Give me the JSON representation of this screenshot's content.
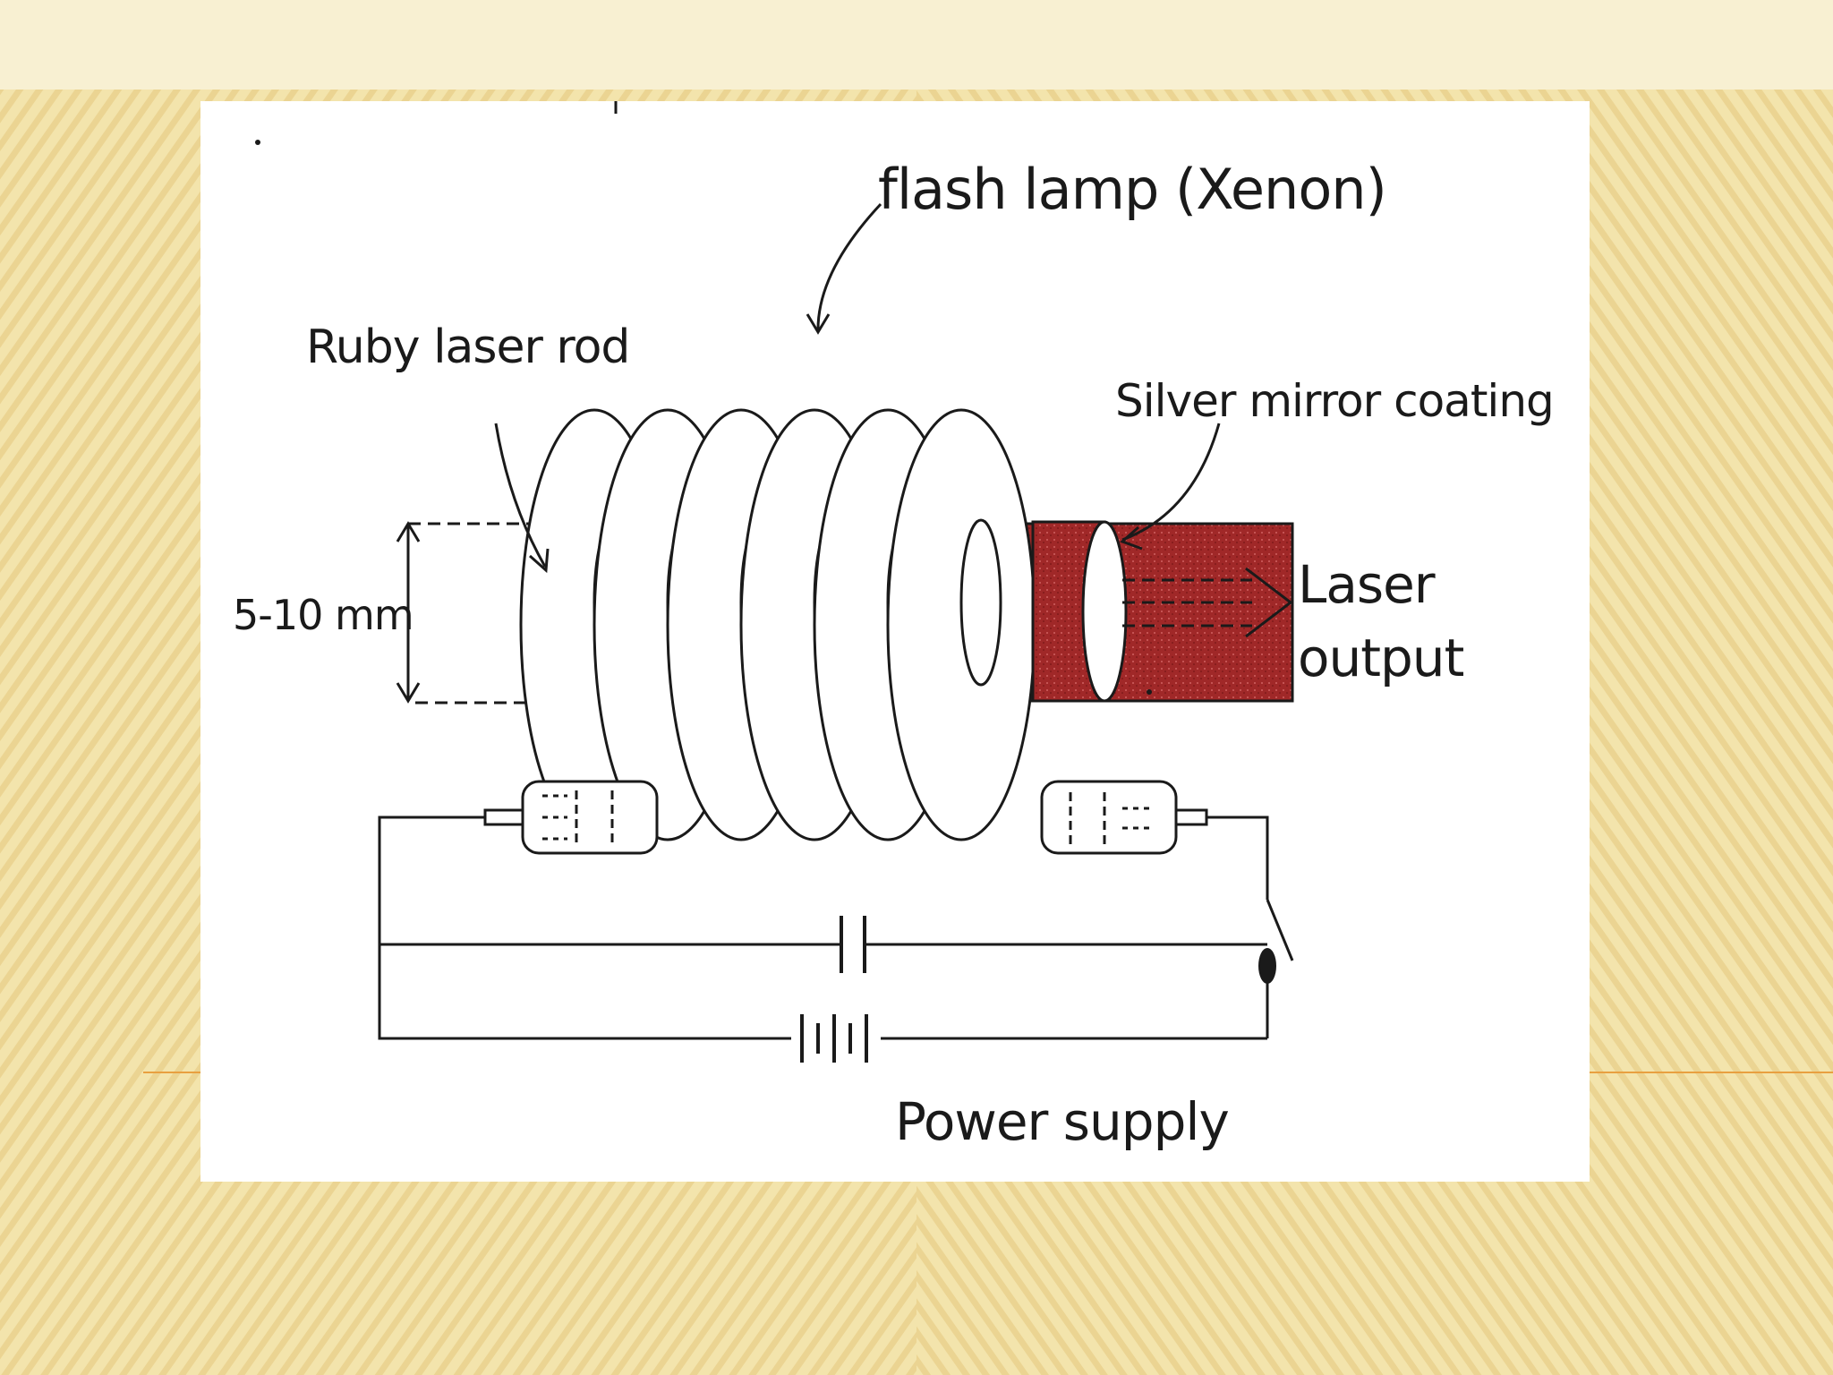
{
  "diagram": {
    "labels": {
      "flash_lamp": "flash lamp (Xenon)",
      "ruby_rod": "Ruby laser rod",
      "silver_mirror": "Silver mirror coating",
      "dimension": "5-10 mm",
      "laser_output_line1": "Laser",
      "laser_output_line2": "output",
      "power_supply": "Power supply"
    },
    "colors": {
      "ruby": "#a02828",
      "ink": "#1a1a1a",
      "slide_background": "#f6ebc2",
      "accent_line": "#e8a040"
    }
  }
}
